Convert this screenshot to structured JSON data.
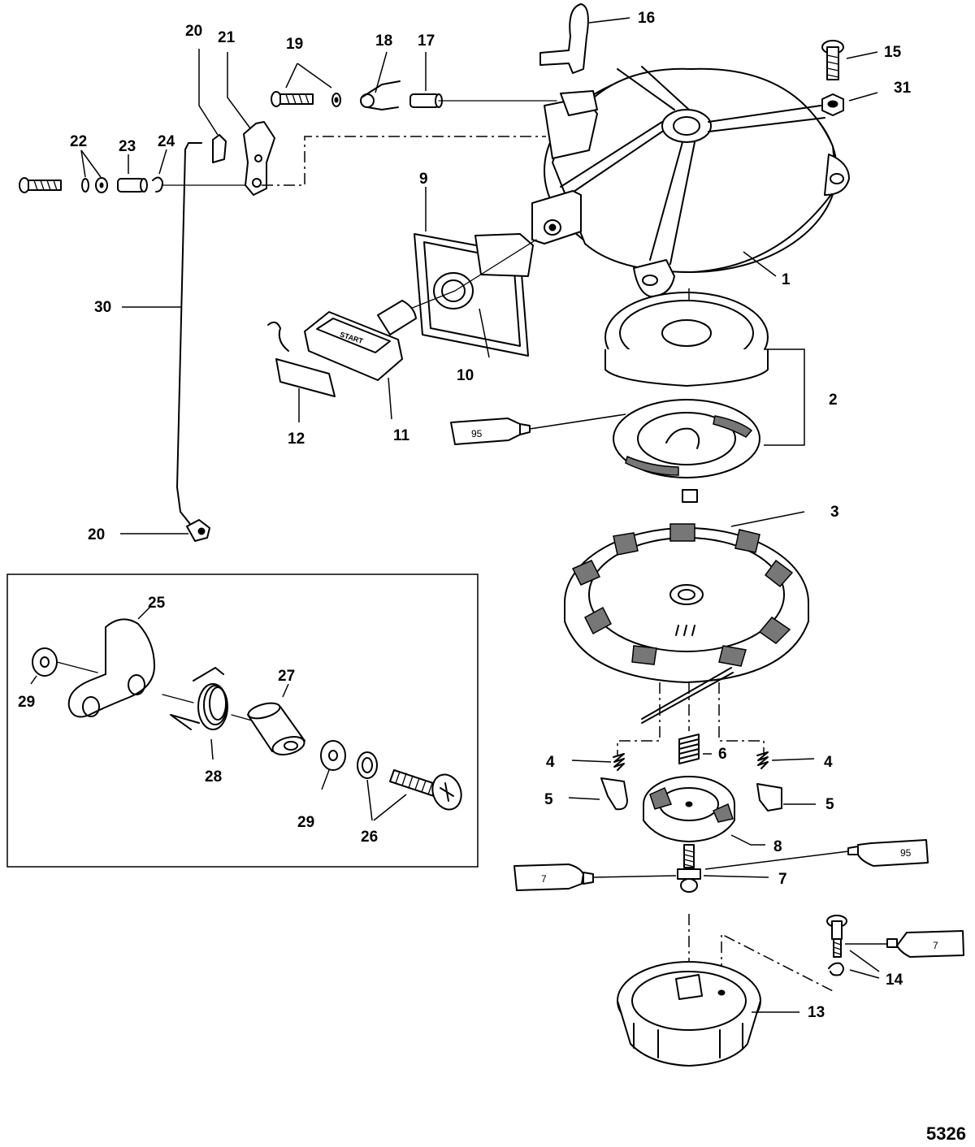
{
  "figure_number": "5326",
  "callouts": {
    "c1": "1",
    "c2": "2",
    "c3": "3",
    "c4a": "4",
    "c4b": "4",
    "c5a": "5",
    "c5b": "5",
    "c6": "6",
    "c7a": "7",
    "c8": "8",
    "c9": "9",
    "c10": "10",
    "c11": "11",
    "c12": "12",
    "c13": "13",
    "c14": "14",
    "c15": "15",
    "c16": "16",
    "c17": "17",
    "c18": "18",
    "c19": "19",
    "c20a": "20",
    "c20b": "20",
    "c21": "21",
    "c22": "22",
    "c23": "23",
    "c24": "24",
    "c25": "25",
    "c26": "26",
    "c27": "27",
    "c28": "28",
    "c29a": "29",
    "c29b": "29",
    "c30": "30",
    "c31": "31"
  },
  "sealant_tubes": {
    "t95a": "95",
    "t95b": "95",
    "t7a": "7",
    "t7b": "7"
  },
  "handle_text": "START"
}
